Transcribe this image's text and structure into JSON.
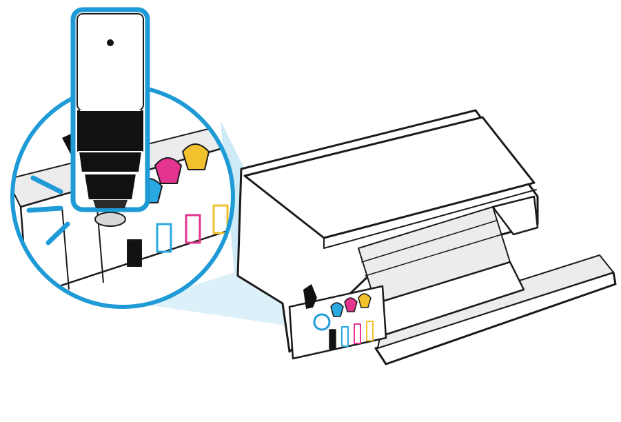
{
  "colors": {
    "accent": "#1e9ad6",
    "accent_light": "#bfe3f4",
    "ink": "#1a1a1a",
    "cyan": "#2aa9e0",
    "magenta": "#e3348f",
    "yellow": "#f2c12e",
    "black_ink": "#111111",
    "body_fill": "#ffffff",
    "body_shade": "#ececec"
  },
  "icons": {
    "bottle": "ink-bottle-icon",
    "tank": "ink-tank-icon",
    "cap": "tank-cap-icon",
    "printer": "printer-icon",
    "motion": "motion-lines-icon"
  },
  "tanks": [
    {
      "name": "black",
      "color": "#111111"
    },
    {
      "name": "cyan",
      "color": "#2aa9e0"
    },
    {
      "name": "magenta",
      "color": "#e3348f"
    },
    {
      "name": "yellow",
      "color": "#f2c12e"
    }
  ]
}
